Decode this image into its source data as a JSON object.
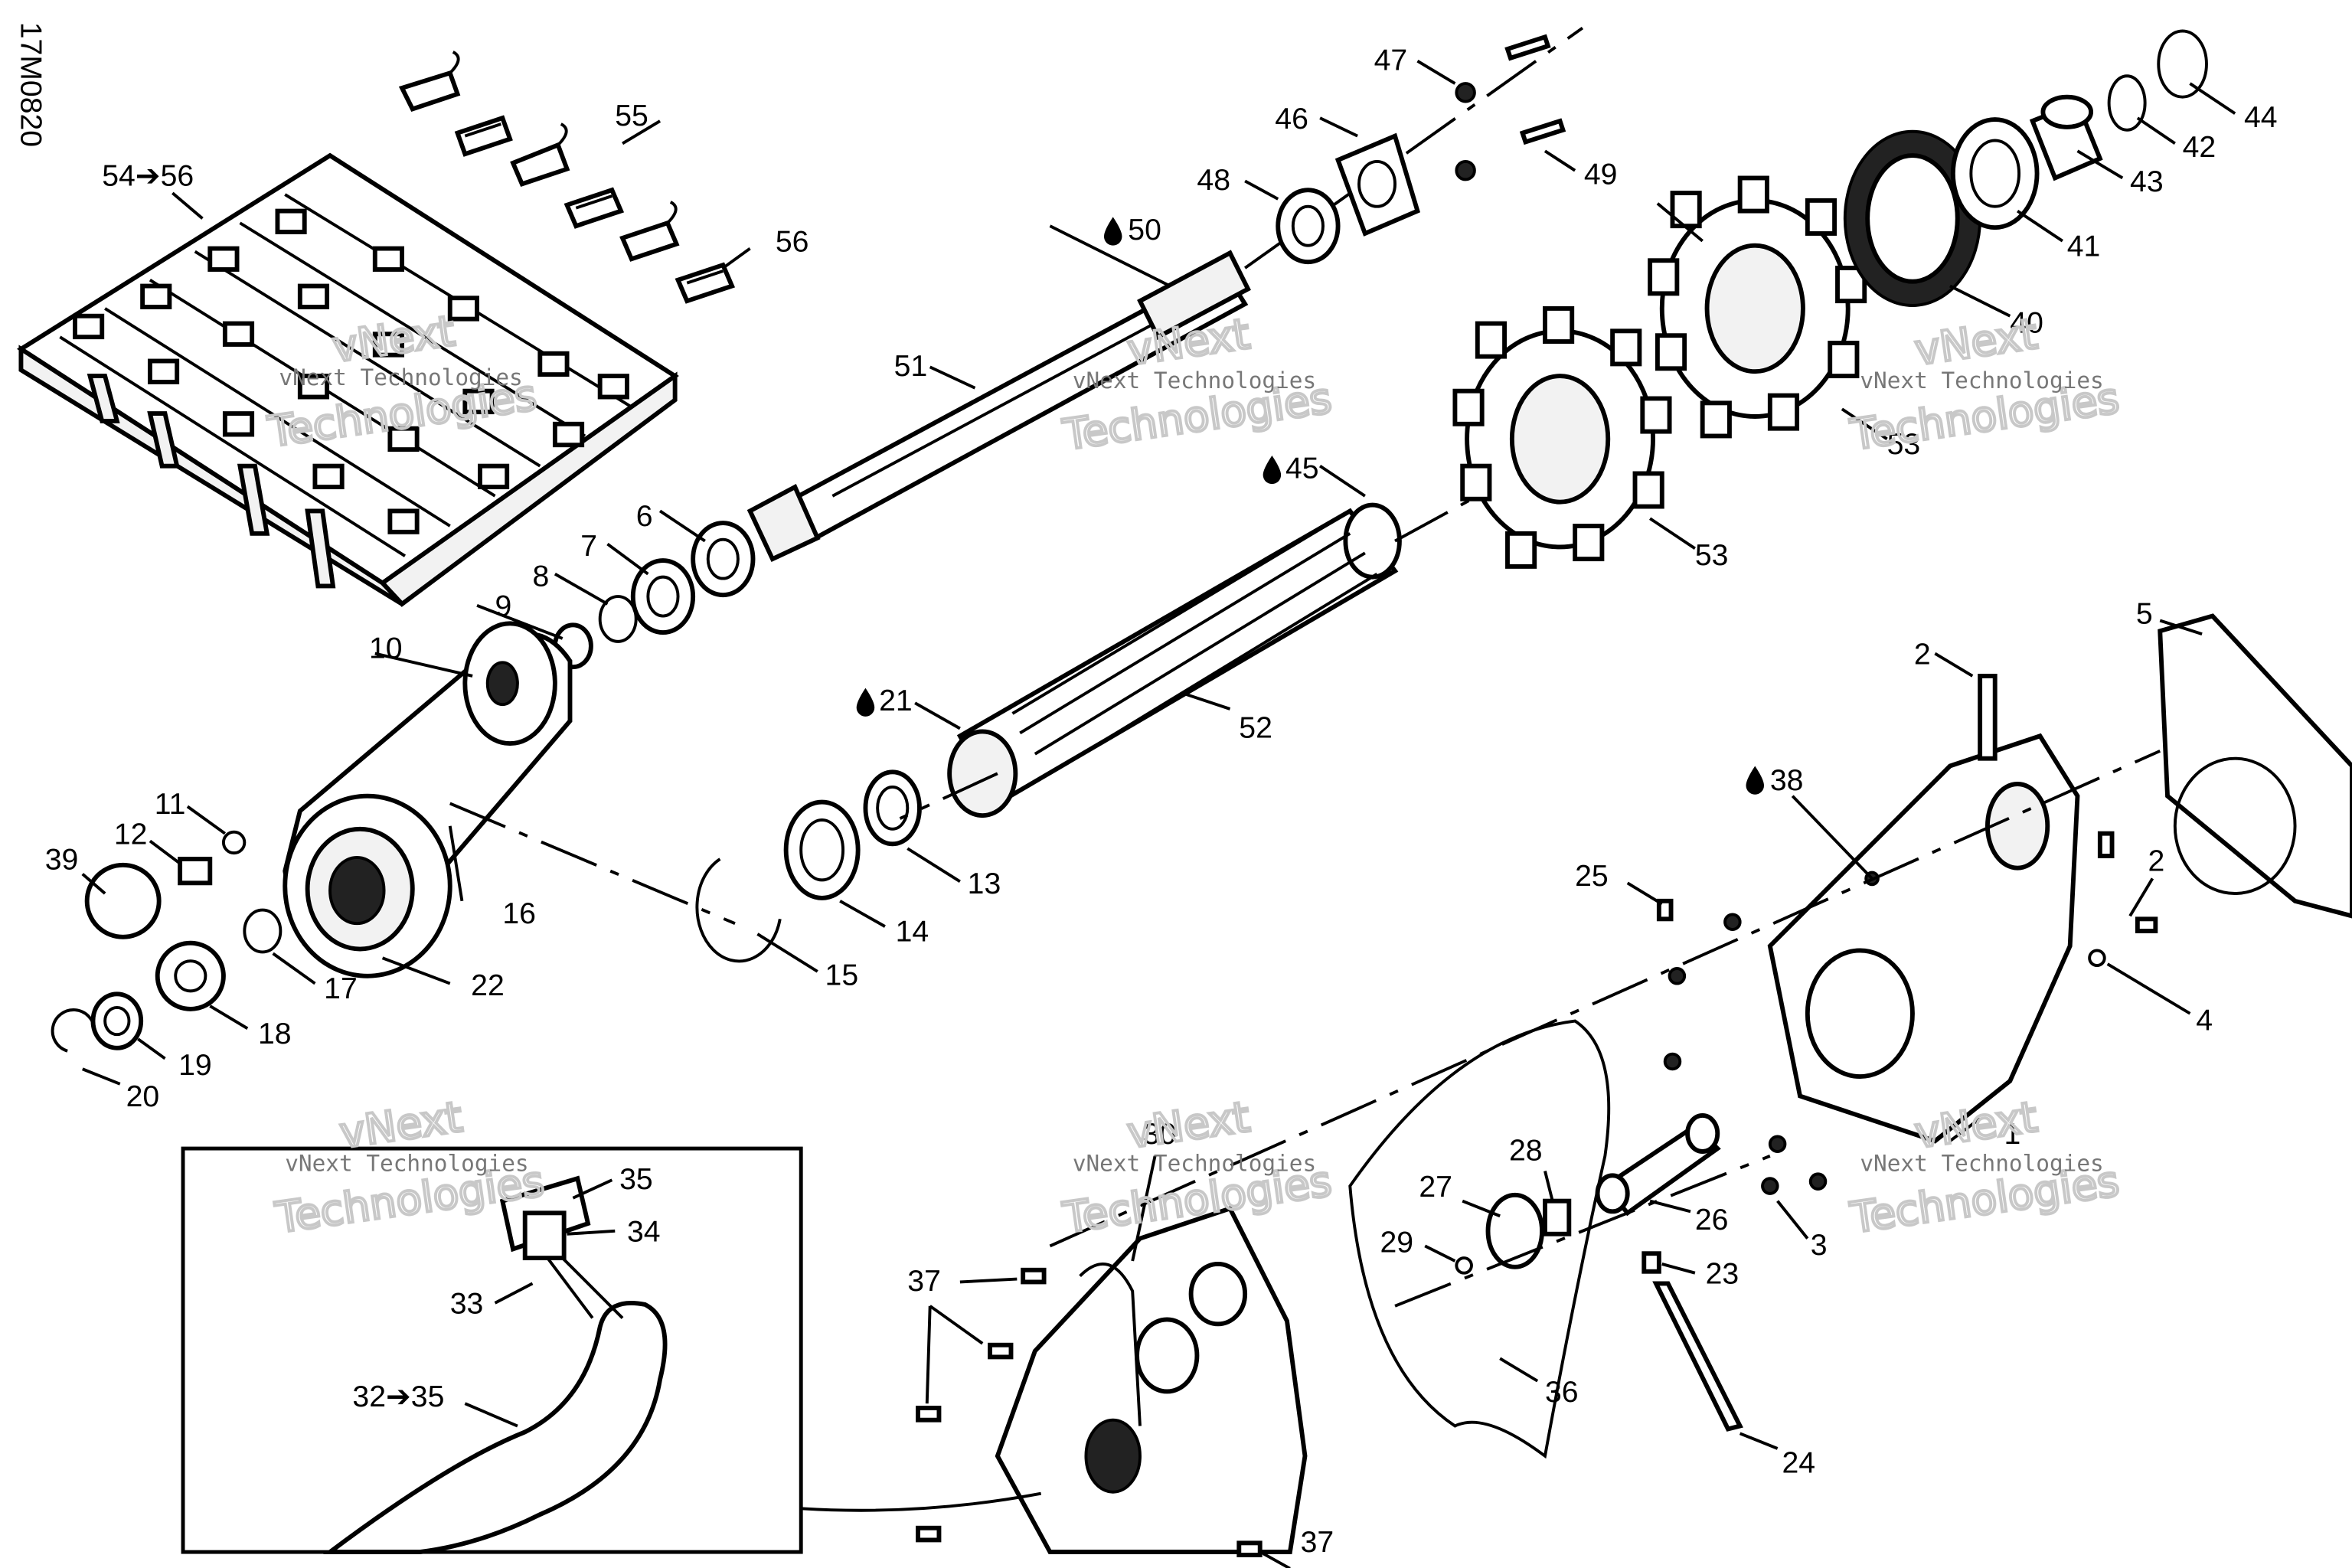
{
  "drawing_ref": "17M0820",
  "watermark": {
    "line1": "vNext Technologies",
    "line2": "vNext",
    "line3": "Technologies"
  },
  "callouts": {
    "c1": "1",
    "c2a": "2",
    "c2b": "2",
    "c3": "3",
    "c4": "4",
    "c5": "5",
    "c6": "6",
    "c7": "7",
    "c8": "8",
    "c9": "9",
    "c10": "10",
    "c11": "11",
    "c12": "12",
    "c13": "13",
    "c14": "14",
    "c15": "15",
    "c16": "16",
    "c17": "17",
    "c18": "18",
    "c19": "19",
    "c20": "20",
    "c21": "21",
    "c22": "22",
    "c23": "23",
    "c24": "24",
    "c25": "25",
    "c26": "26",
    "c27": "27",
    "c28": "28",
    "c29": "29",
    "c30": "30",
    "c32": "32➔35",
    "c33": "33",
    "c34": "34",
    "c35": "35",
    "c36": "36",
    "c37a": "37",
    "c37b": "37",
    "c38": "38",
    "c39": "39",
    "c40": "40",
    "c41": "41",
    "c42": "42",
    "c43": "43",
    "c44": "44",
    "c45": "45",
    "c46": "46",
    "c47": "47",
    "c48": "48",
    "c49": "49",
    "c50": "50",
    "c51": "51",
    "c52": "52",
    "c53a": "53",
    "c53b": "53",
    "c54": "54➔56",
    "c55": "55",
    "c56": "56"
  },
  "icons": {
    "lubricant": "oil-drop-icon"
  }
}
